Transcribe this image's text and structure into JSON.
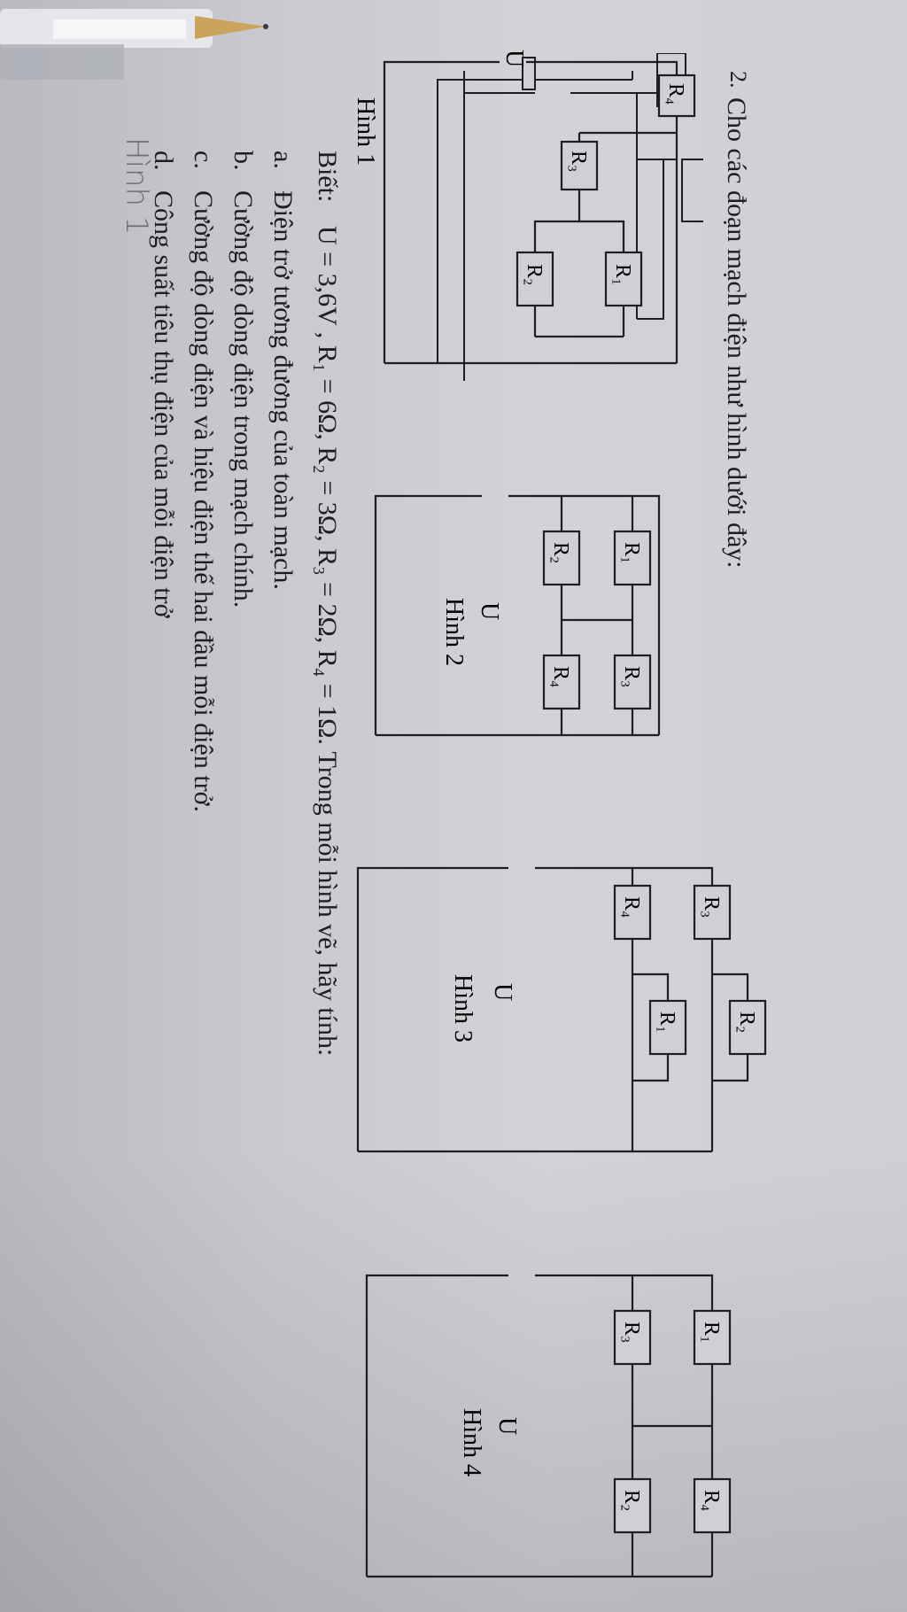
{
  "problem": {
    "number": "2.",
    "intro": "Cho các đoạn mạch điện như hình dưới đây:",
    "given_prefix": "Biết:",
    "given_values": "U = 3,6V , R₁ = 6Ω, R₂ = 3Ω, R₃ = 2Ω, R₄ = 1Ω. Trong mỗi hình vẽ, hãy tính:",
    "items": [
      {
        "marker": "a.",
        "text": "Điện trở tương đương của toàn mạch."
      },
      {
        "marker": "b.",
        "text": "Cường độ dòng điện trong mạch chính."
      },
      {
        "marker": "c.",
        "text": "Cường độ dòng điện và hiệu điện thế hai đầu mỗi điện trở."
      },
      {
        "marker": "d.",
        "text": "Công suất tiêu thụ điện của mỗi điện trở"
      }
    ]
  },
  "figures": {
    "fig1": {
      "label": "Hình 1",
      "voltage": "U",
      "resistors": [
        "R₄",
        "R₃",
        "R₁",
        "R₂"
      ]
    },
    "fig2": {
      "label": "Hình 2",
      "voltage": "U",
      "resistors": [
        "R₁",
        "R₂",
        "R₃",
        "R₄"
      ]
    },
    "fig3": {
      "label": "Hình 3",
      "voltage": "U",
      "resistors": [
        "R₃",
        "R₄",
        "R₂",
        "R₁"
      ]
    },
    "fig4": {
      "label": "Hình 4",
      "voltage": "U",
      "resistors": [
        "R₁",
        "R₃",
        "R₄",
        "R₂"
      ]
    }
  },
  "handwriting": "Hình 1",
  "colors": {
    "ink": "#1d1d22",
    "paper": "#cfd0d6",
    "pencil": "#6d6d74"
  }
}
